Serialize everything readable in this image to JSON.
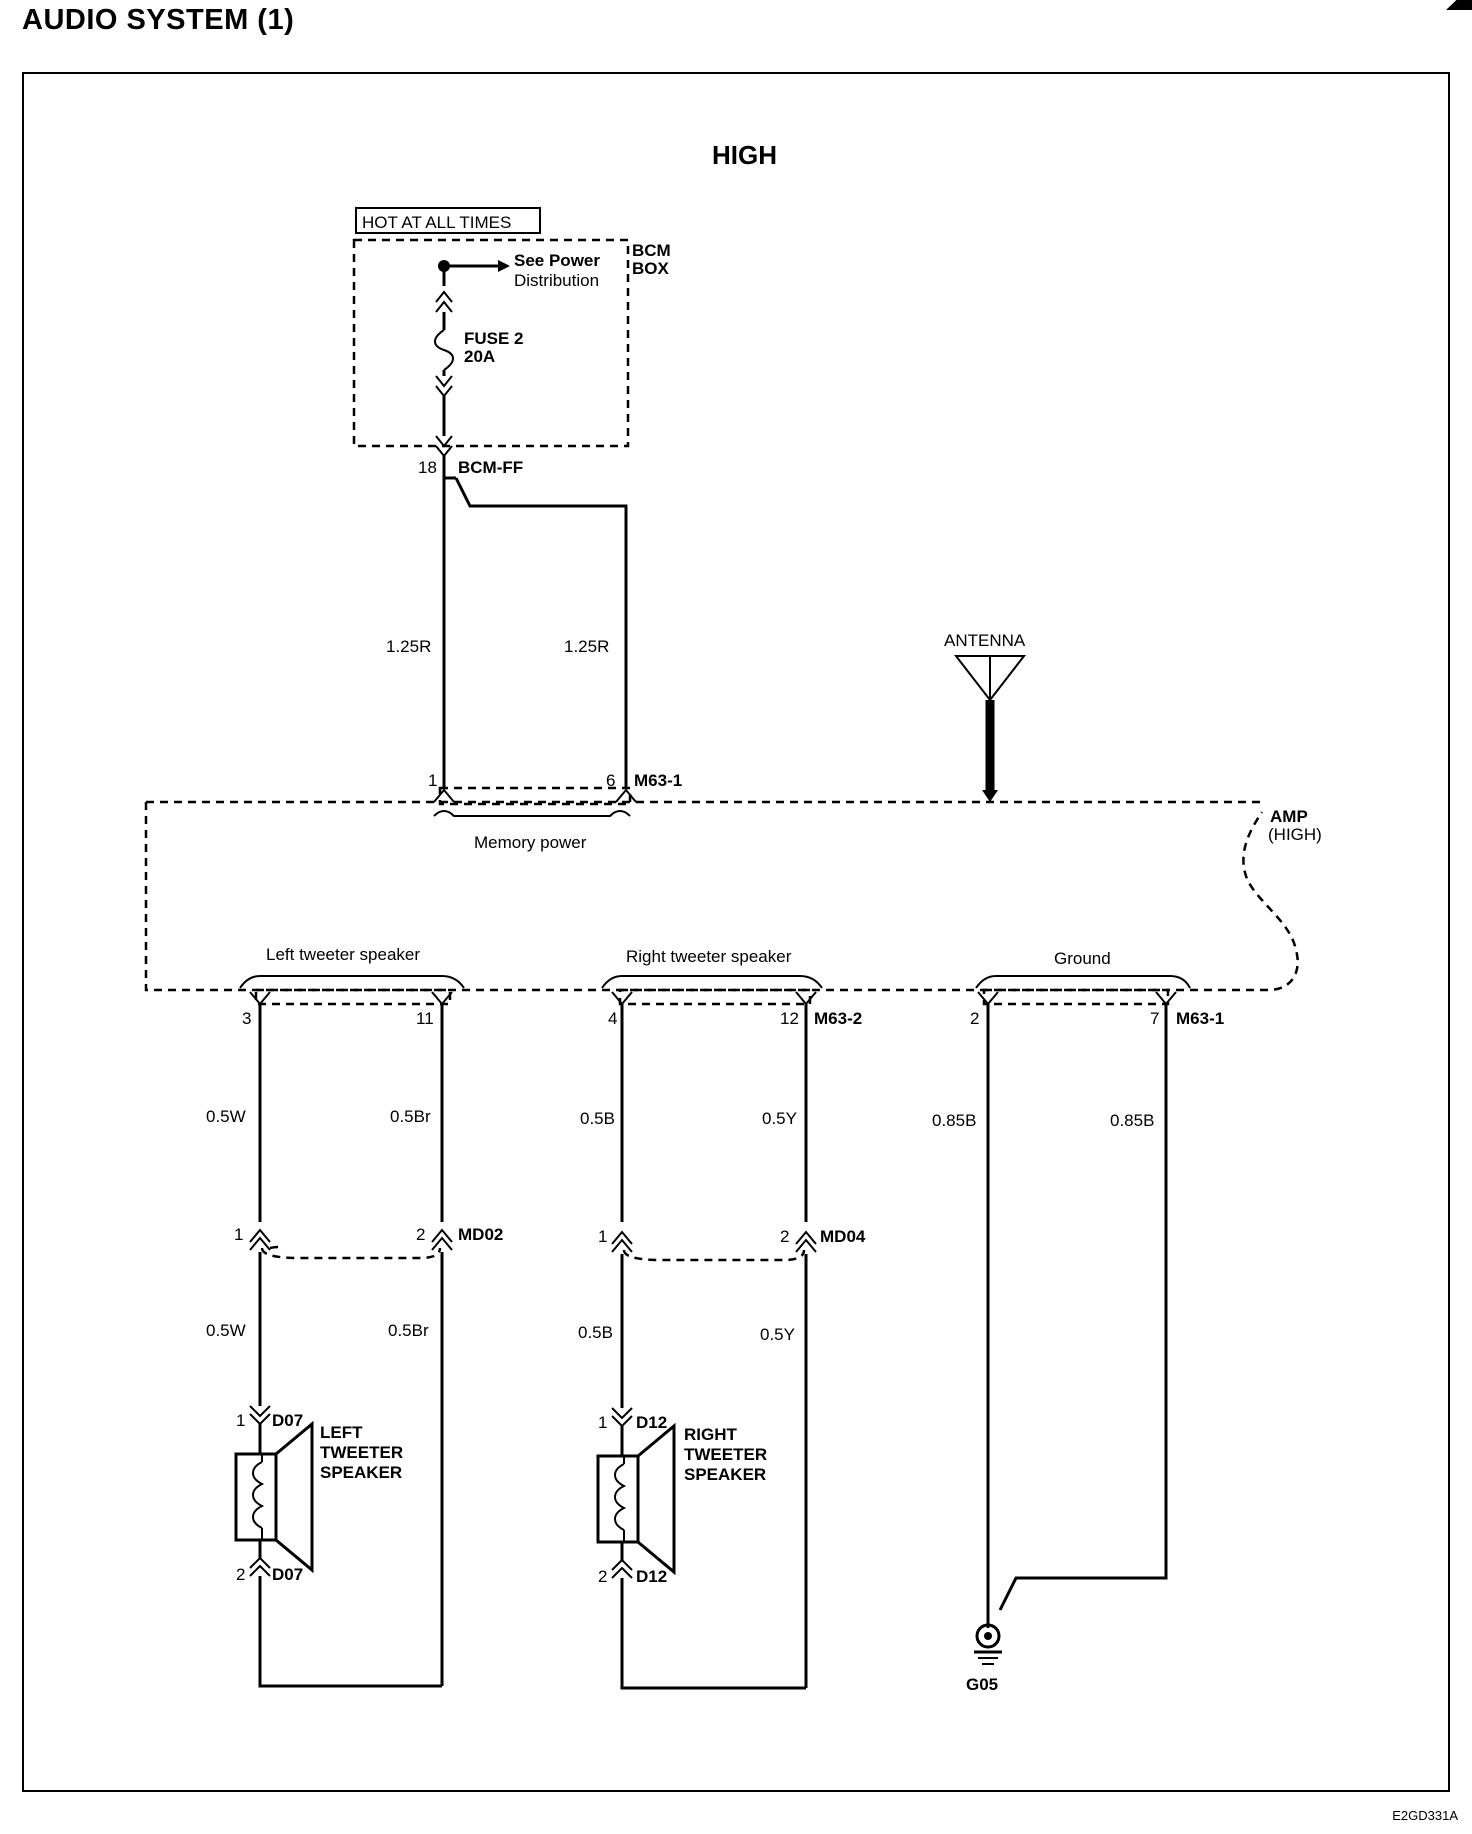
{
  "page": {
    "title": "AUDIO SYSTEM (1)",
    "figure_code": "E2GD331A"
  },
  "diagram": {
    "variant": "HIGH",
    "hot_label": "HOT AT ALL TIMES",
    "bcm_box": {
      "line1": "BCM",
      "line2": "BOX"
    },
    "see_power": {
      "line1": "See Power",
      "line2": "Distribution"
    },
    "fuse": {
      "name": "FUSE 2",
      "rating": "20A"
    },
    "bcm_connector": {
      "pin": "18",
      "name": "BCM-FF"
    },
    "power_wires": {
      "left": "1.25R",
      "right": "1.25R"
    },
    "m63_top": {
      "pin_left": "1",
      "pin_right": "6",
      "name": "M63-1"
    },
    "antenna": "ANTENNA",
    "memory_power": "Memory power",
    "amp": {
      "line1": "AMP",
      "line2": "(HIGH)"
    },
    "groups": {
      "left_tweeter": "Left tweeter speaker",
      "right_tweeter": "Right tweeter speaker",
      "ground": "Ground"
    },
    "amp_pins": {
      "left_a": "3",
      "left_b": "11",
      "right_a": "4",
      "right_b": "12",
      "m63_2": "M63-2",
      "gnd_a": "2",
      "gnd_b": "7",
      "m63_1": "M63-1"
    },
    "wires_upper": {
      "lt_a": "0.5W",
      "lt_b": "0.5Br",
      "rt_a": "0.5B",
      "rt_b": "0.5Y",
      "gnd_a": "0.85B",
      "gnd_b": "0.85B"
    },
    "md02": {
      "pin1": "1",
      "pin2": "2",
      "name": "MD02"
    },
    "md04": {
      "pin1": "1",
      "pin2": "2",
      "name": "MD04"
    },
    "wires_lower": {
      "lt_a": "0.5W",
      "lt_b": "0.5Br",
      "rt_a": "0.5B",
      "rt_b": "0.5Y"
    },
    "left_speaker": {
      "pin_top": "1",
      "conn_top": "D07",
      "pin_bottom": "2",
      "conn_bottom": "D07",
      "line1": "LEFT",
      "line2": "TWEETER",
      "line3": "SPEAKER"
    },
    "right_speaker": {
      "pin_top": "1",
      "conn_top": "D12",
      "pin_bottom": "2",
      "conn_bottom": "D12",
      "line1": "RIGHT",
      "line2": "TWEETER",
      "line3": "SPEAKER"
    },
    "ground_point": "G05"
  }
}
